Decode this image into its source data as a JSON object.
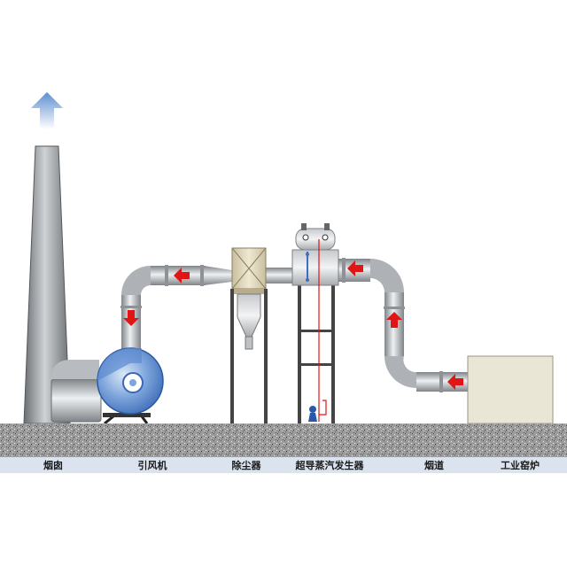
{
  "labels": {
    "chimney": "烟囱",
    "fan": "引风机",
    "dust_collector": "除尘器",
    "steam_generator": "超导蒸汽发生器",
    "flue": "烟道",
    "kiln": "工业窑炉"
  },
  "colors": {
    "pipe": "#b9bdc1",
    "fan": "#4d7fc8",
    "arrow": "#e01515",
    "kiln": "#eae6d5",
    "label_bar": "#dbe3ef",
    "ground": "#9a9a9a"
  }
}
